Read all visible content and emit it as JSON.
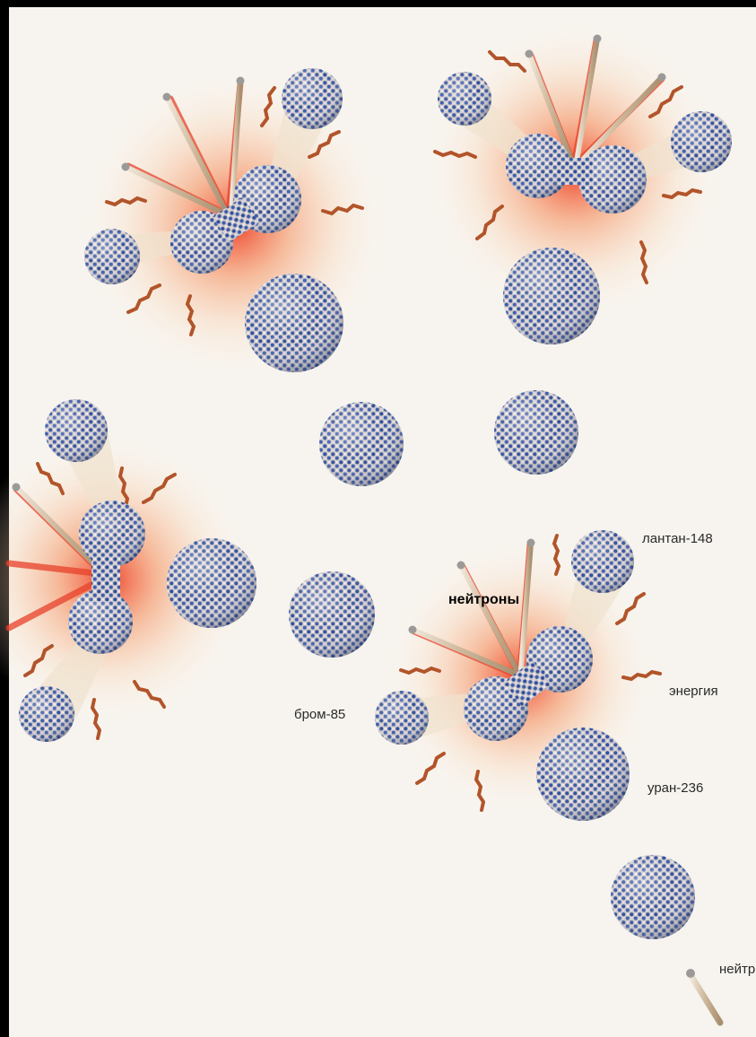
{
  "labels": {
    "neutrons": "нейтроны",
    "lanthanum": "лантан-148",
    "energy": "энергия",
    "bromine": "бром-85",
    "uranium": "уран-236",
    "neutron_cut": "нейтр"
  },
  "colors": {
    "nucleus_dark": "#2f4f9a",
    "nucleus_light": "#c9c3c8",
    "burst": "#e8412a",
    "wave": "#b2542a",
    "rod": "#cdb79a",
    "background": "#f7f4ef"
  }
}
